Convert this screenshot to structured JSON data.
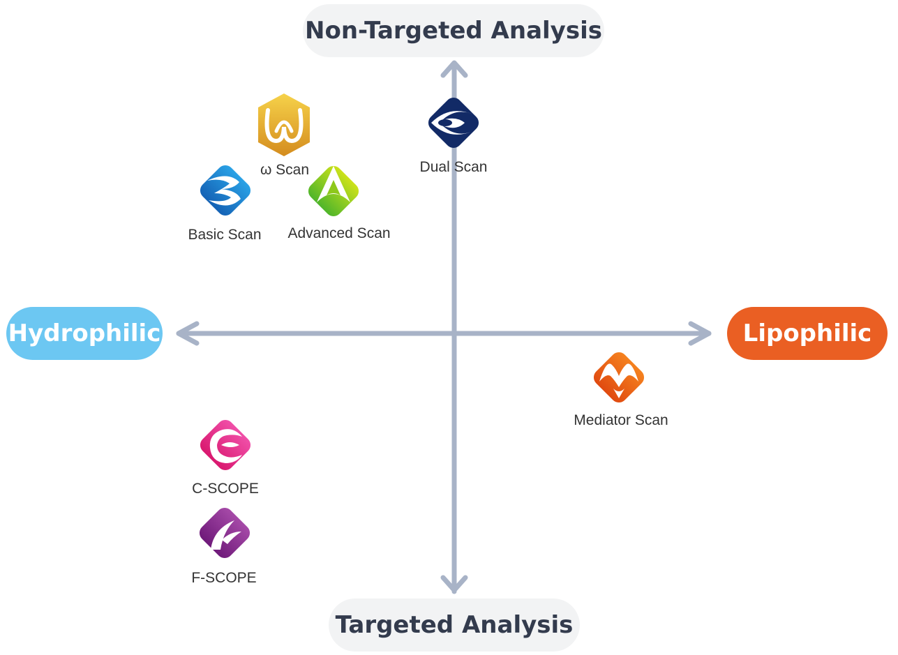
{
  "axes": {
    "top": "Non-Targeted Analysis",
    "bottom": "Targeted Analysis",
    "left": "Hydrophilic",
    "right": "Lipophilic"
  },
  "products": {
    "dual_scan": "Dual Scan",
    "omega_scan": "ω Scan",
    "basic_scan": "Basic Scan",
    "advanced_scan": "Advanced Scan",
    "mediator_scan": "Mediator Scan",
    "c_scope": "C-SCOPE",
    "f_scope": "F-SCOPE"
  },
  "colors": {
    "axis": "#a8b3c7",
    "hydrophilic": "#6cc7f2",
    "lipophilic": "#ea5f23",
    "dual_scan": "#122a66",
    "omega_scan": "#e0a526",
    "basic_scan": "#1f86d6",
    "advanced_scan": "#8ec81b",
    "mediator_scan": "#ee5e18",
    "c_scope": "#e7318a",
    "f_scope": "#8a2690"
  }
}
